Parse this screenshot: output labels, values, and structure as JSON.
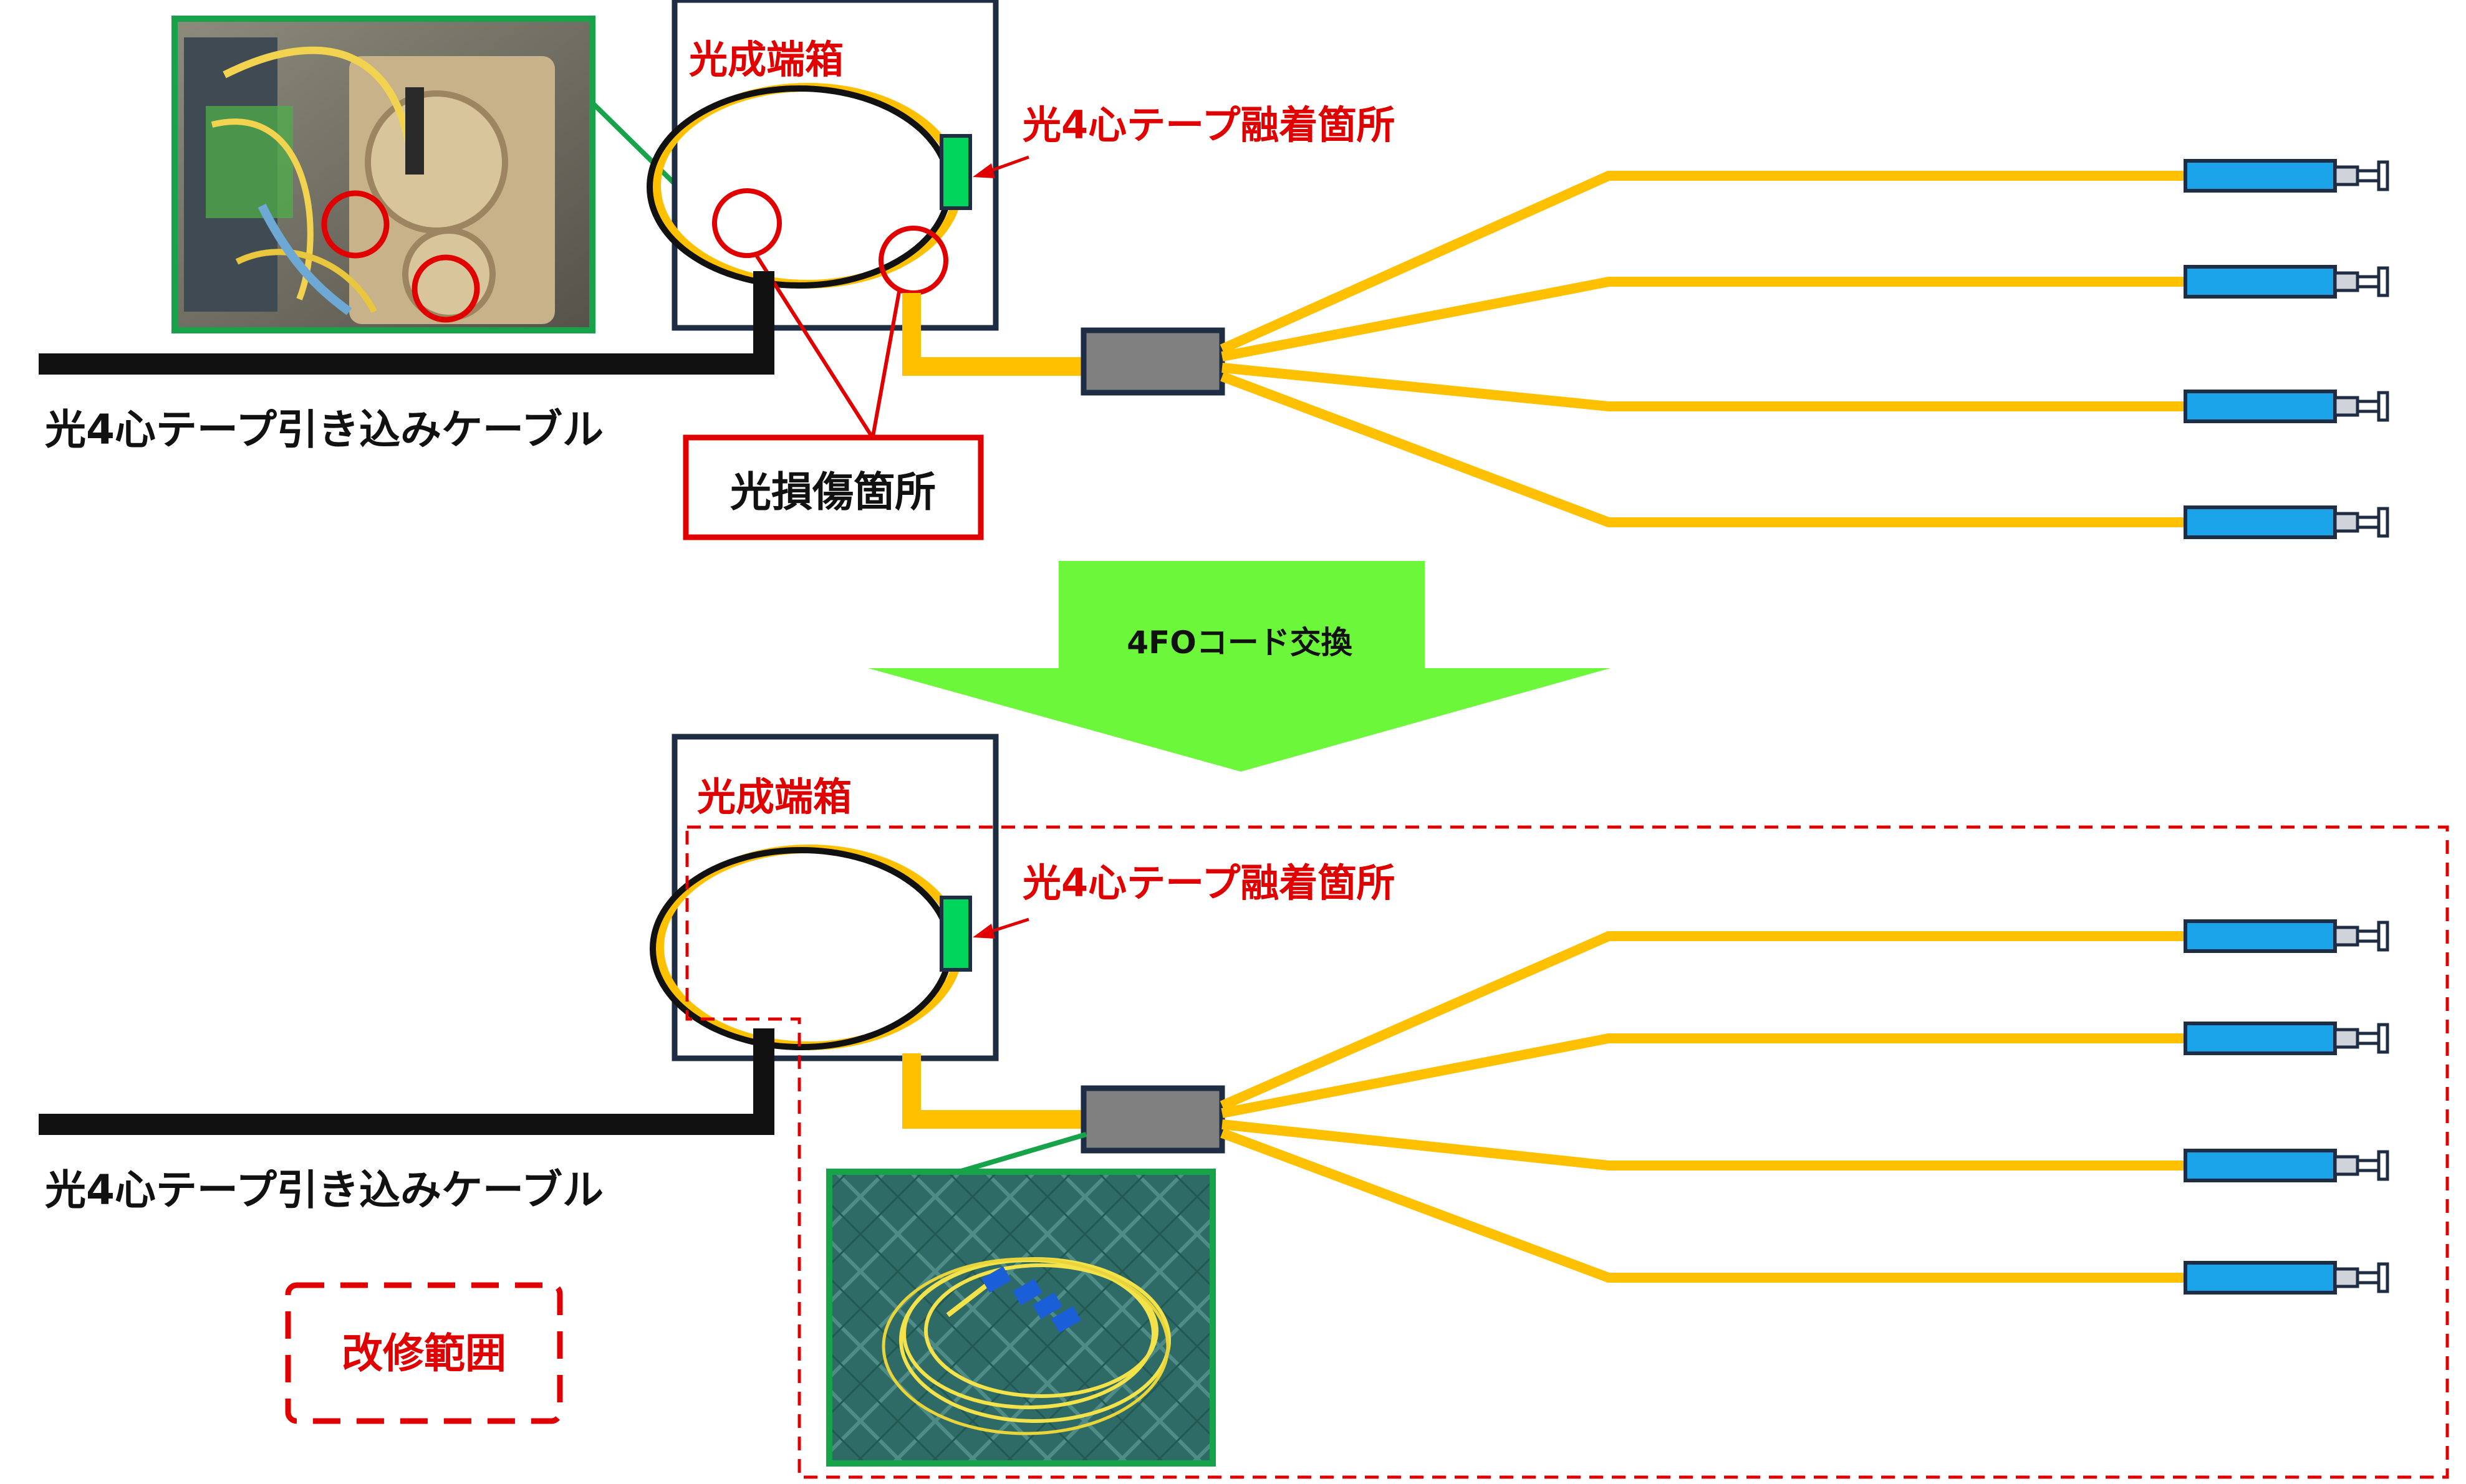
{
  "top_section": {
    "box_title": "光成端箱",
    "fusion_label": "光4心テープ融着箇所",
    "cable_label": "光4心テープ引き込みケーブル",
    "damage_label": "光損傷箇所"
  },
  "transition": {
    "arrow_label": "4FOコード交換"
  },
  "bottom_section": {
    "box_title": "光成端箱",
    "fusion_label": "光4心テープ融着箇所",
    "cable_label": "光4心テープ引き込みケーブル",
    "legend_label": "改修範囲"
  },
  "colors": {
    "fiber": "#FFC000",
    "cable": "#111111",
    "box_border": "#1F2D44",
    "label_red": "#E00000",
    "photo_border": "#17A34A",
    "connector_blue": "#1AA3E8",
    "fusion_green": "#00D45A",
    "arrow_green": "#6CF73A",
    "splitter_gray": "#808080"
  },
  "icons": [
    "photo-splice-tray",
    "photo-fo-cord",
    "sc-connector-icon",
    "splitter-icon"
  ]
}
